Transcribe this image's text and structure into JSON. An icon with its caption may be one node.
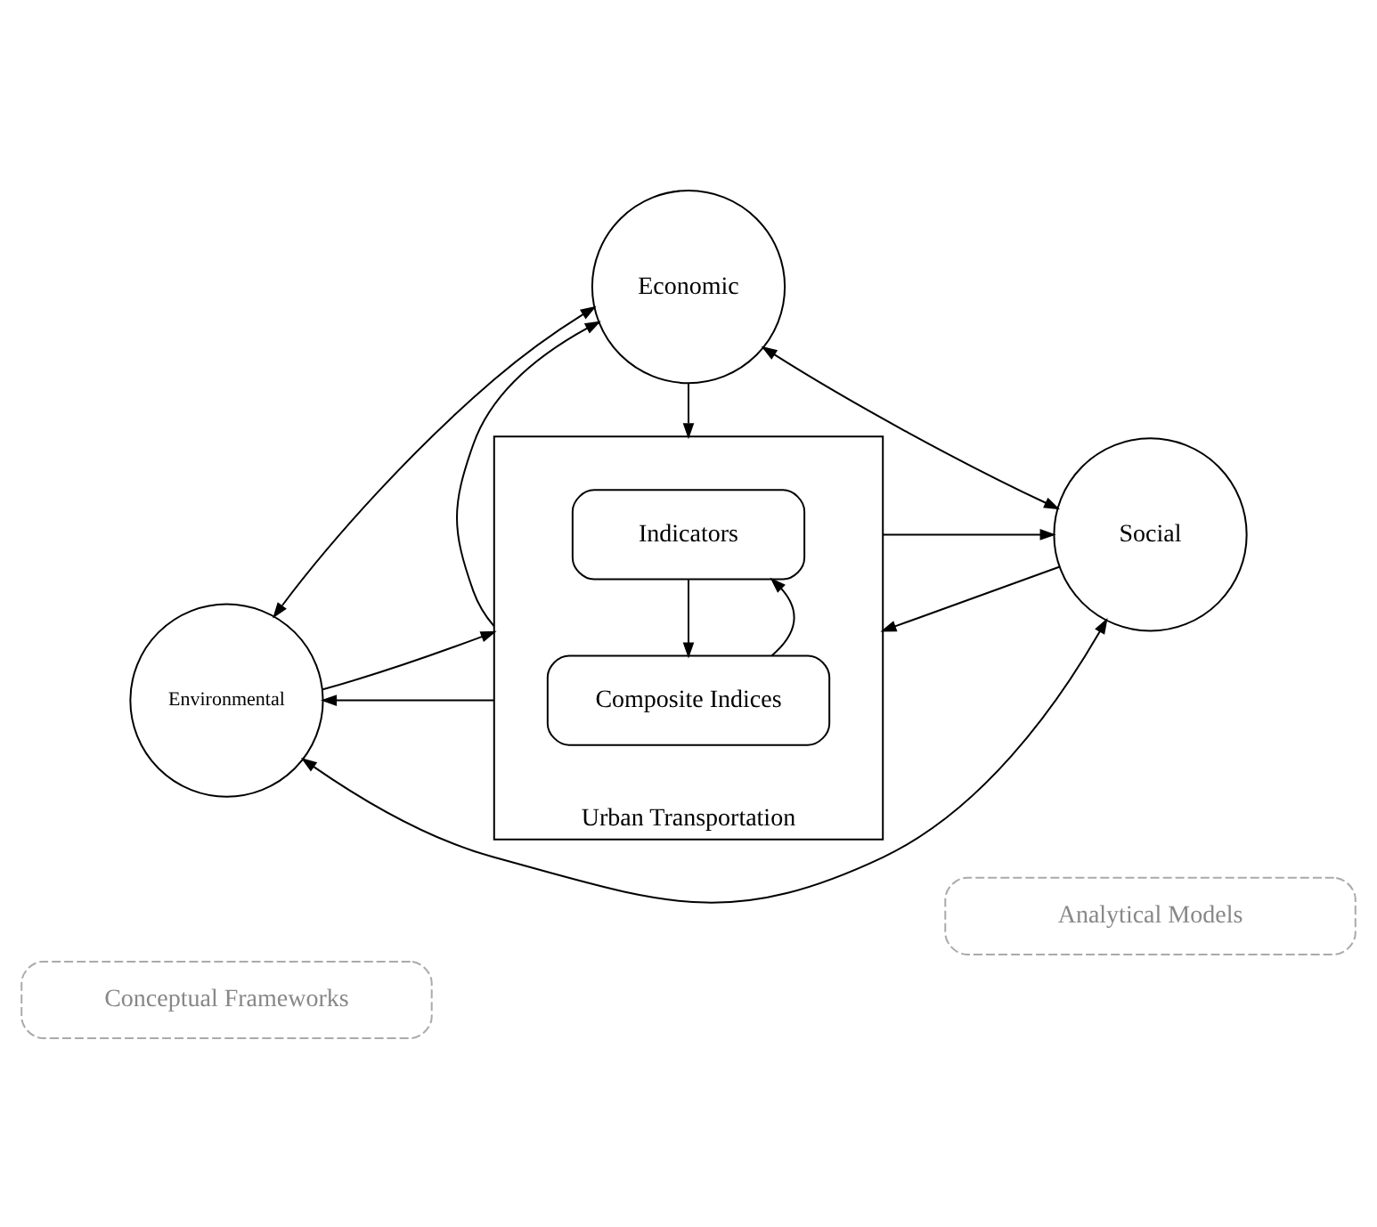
{
  "diagram": {
    "nodes": [
      {
        "text": [
          "Economic"
        ]
      },
      {
        "text": [
          "Urban Transportation"
        ]
      },
      {
        "text": [
          "Composite Indices"
        ],
        "in": 1
      },
      {
        "text": [
          "Indicators"
        ],
        "in": 1
      },
      {
        "text": [
          "Environmental"
        ]
      },
      {
        "text": [
          "Social"
        ]
      },
      {
        "text": [
          "Conceptual Frameworks"
        ]
      },
      {
        "text": [
          "Analytical Models"
        ]
      }
    ],
    "edges": [
      {
        "from": 0,
        "to": 4,
        "arrow": "both"
      },
      {
        "from": 0,
        "to": 5,
        "arrow": "both"
      },
      {
        "from": 1,
        "to": 0,
        "arrow": "to"
      },
      {
        "from": 0,
        "to": 1,
        "arrow": "to"
      },
      {
        "from": 4,
        "to": 1,
        "arrow": "to"
      },
      {
        "from": 1,
        "to": 4,
        "arrow": "to"
      },
      {
        "from": 1,
        "to": 5,
        "arrow": "to"
      },
      {
        "from": 5,
        "to": 1,
        "arrow": "to"
      },
      {
        "from": 2,
        "to": 3,
        "arrow": "to"
      },
      {
        "from": 3,
        "to": 2,
        "arrow": "to"
      },
      {
        "from": 4,
        "to": 5,
        "arrow": "both"
      }
    ]
  }
}
